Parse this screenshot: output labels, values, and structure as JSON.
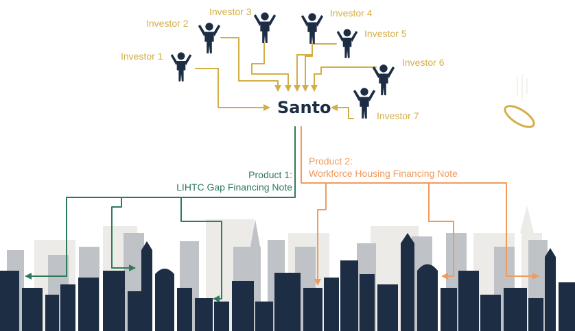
{
  "center": {
    "label": "Santo"
  },
  "investors": [
    {
      "label": "Investor 1"
    },
    {
      "label": "Investor 2"
    },
    {
      "label": "Investor 3"
    },
    {
      "label": "Investor 4"
    },
    {
      "label": "Investor 5"
    },
    {
      "label": "Investor 6"
    },
    {
      "label": "Investor 7"
    }
  ],
  "products": [
    {
      "line1": "Product 1:",
      "line2": "LIHTC Gap Financing Note"
    },
    {
      "line1": "Product 2:",
      "line2": "Workforce Housing Financing Note"
    }
  ],
  "colors": {
    "investor_flow": "#d4ae45",
    "product1": "#2f7a5b",
    "product2": "#f19a5c",
    "figure": "#1d2d44",
    "skyline_back": "#ecebe8",
    "skyline_mid": "#bfc2c6"
  },
  "icons": {
    "person": "person-cheering-icon",
    "halo": "halo-ring-icon"
  }
}
